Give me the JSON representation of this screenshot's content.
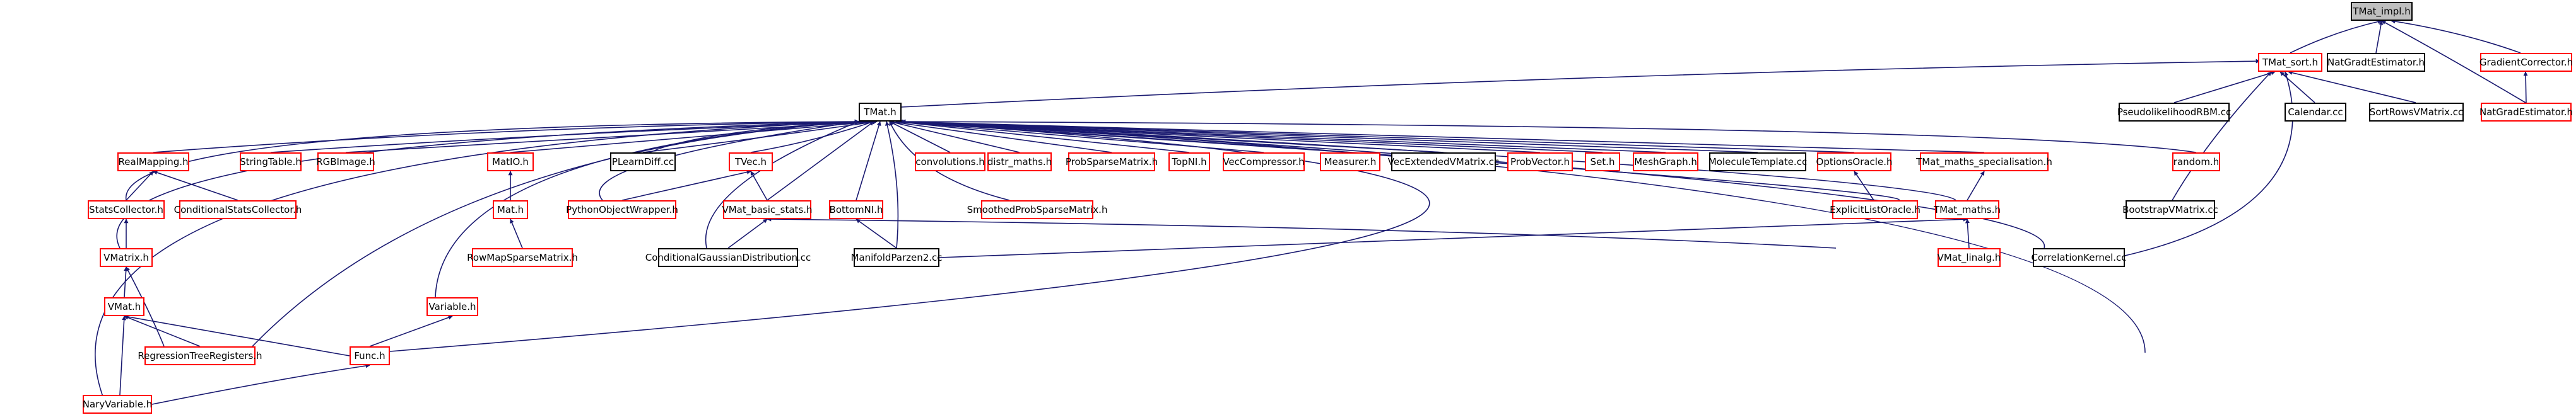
{
  "colors": {
    "edge": "#191970",
    "incomplete": "#ff0000",
    "complete": "#000000",
    "focus_fill": "#bfbfbf"
  },
  "nodes": {
    "tmat_impl": "TMat_impl.h",
    "tmat_sort": "TMat_sort.h",
    "natgradt": "NatGradtEstimator.h",
    "gradcorr": "GradientCorrector.h",
    "tmat": "TMat.h",
    "pseudolik": "PseudolikelihoodRBM.cc",
    "calendar": "Calendar.cc",
    "sortrows": "SortRowsVMatrix.cc",
    "natgrad": "NatGradEstimator.h",
    "realmapping": "RealMapping.h",
    "stringtable": "StringTable.h",
    "rgbimage": "RGBImage.h",
    "matio": "MatIO.h",
    "plearndiff": "PLearnDiff.cc",
    "tvec": "TVec.h",
    "convolutions": "convolutions.h",
    "distr_maths": "distr_maths.h",
    "probsparse": "ProbSparseMatrix.h",
    "topnl": "TopNI.h",
    "veccomp": "VecCompressor.h",
    "measurer": "Measurer.h",
    "vecext": "VecExtendedVMatrix.cc",
    "probvector": "ProbVector.h",
    "set": "Set.h",
    "meshgraph": "MeshGraph.h",
    "moltemplate": "MoleculeTemplate.cc",
    "optionsoracle": "OptionsOracle.h",
    "tmat_maths_spec": "TMat_maths_specialisation.h",
    "random": "random.h",
    "statscollector": "StatsCollector.h",
    "condstats": "ConditionalStatsCollector.h",
    "mat": "Mat.h",
    "pyobjwrap": "PythonObjectWrapper.h",
    "vmat_basic_stats": "VMat_basic_stats.h",
    "bottomnl": "BottomNI.h",
    "smoothedprob": "SmoothedProbSparseMatrix.h",
    "explicitlist": "ExplicitListOracle.h",
    "tmat_maths": "TMat_maths.h",
    "bootstrap": "BootstrapVMatrix.cc",
    "vmatrix": "VMatrix.h",
    "rowmapsparse": "RowMapSparseMatrix.h",
    "condgauss": "ConditionalGaussianDistribution.cc",
    "manifold": "ManifoldParzen2.cc",
    "vmat_linalg": "VMat_linalg.h",
    "correlation": "CorrelationKernel.cc",
    "vmat": "VMat.h",
    "variable": "Variable.h",
    "regtree": "RegressionTreeRegisters.h",
    "func": "Func.h",
    "naryvar": "NaryVariable.h"
  }
}
